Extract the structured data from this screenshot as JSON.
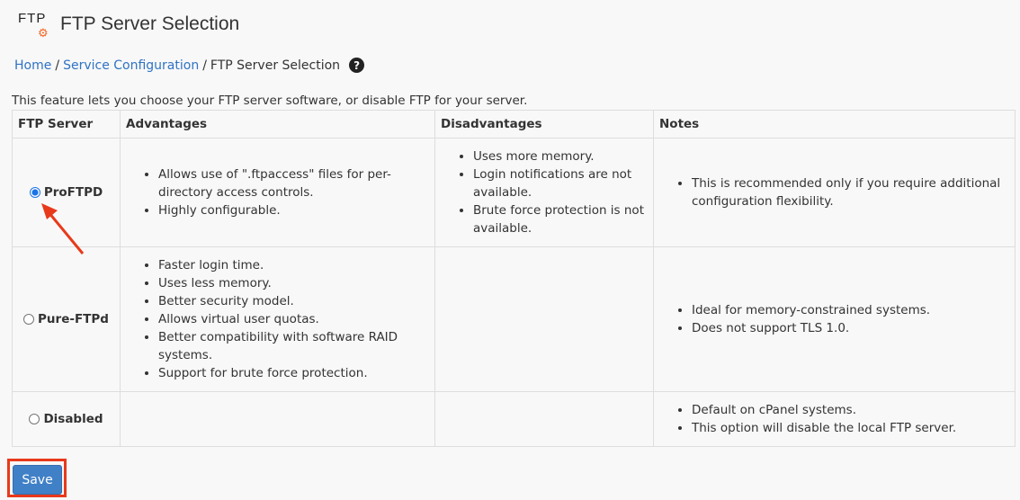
{
  "header": {
    "logo_text": "FTP",
    "title": "FTP Server Selection"
  },
  "breadcrumb": {
    "home": "Home",
    "sep": "/",
    "section": "Service Configuration",
    "current": "FTP Server Selection",
    "help": "?"
  },
  "description": "This feature lets you choose your FTP server software, or disable FTP for your server.",
  "table": {
    "headers": [
      "FTP Server",
      "Advantages",
      "Disadvantages",
      "Notes"
    ],
    "rows": [
      {
        "name": "ProFTPD",
        "selected": true,
        "advantages": [
          "Allows use of \".ftpaccess\" files for per-directory access controls.",
          "Highly configurable."
        ],
        "disadvantages": [
          "Uses more memory.",
          "Login notifications are not available.",
          "Brute force protection is not available."
        ],
        "notes": [
          "This is recommended only if you require additional configuration flexibility."
        ]
      },
      {
        "name": "Pure-FTPd",
        "selected": false,
        "advantages": [
          "Faster login time.",
          "Uses less memory.",
          "Better security model.",
          "Allows virtual user quotas.",
          "Better compatibility with software RAID systems.",
          "Support for brute force protection."
        ],
        "disadvantages": [],
        "notes": [
          "Ideal for memory-constrained systems.",
          "Does not support TLS 1.0."
        ]
      },
      {
        "name": "Disabled",
        "selected": false,
        "advantages": [],
        "disadvantages": [],
        "notes": [
          "Default on cPanel systems.",
          "This option will disable the local FTP server."
        ]
      }
    ]
  },
  "save_label": "Save",
  "colors": {
    "link": "#2f73c4",
    "button": "#4080c6",
    "highlight": "#e8391b"
  }
}
